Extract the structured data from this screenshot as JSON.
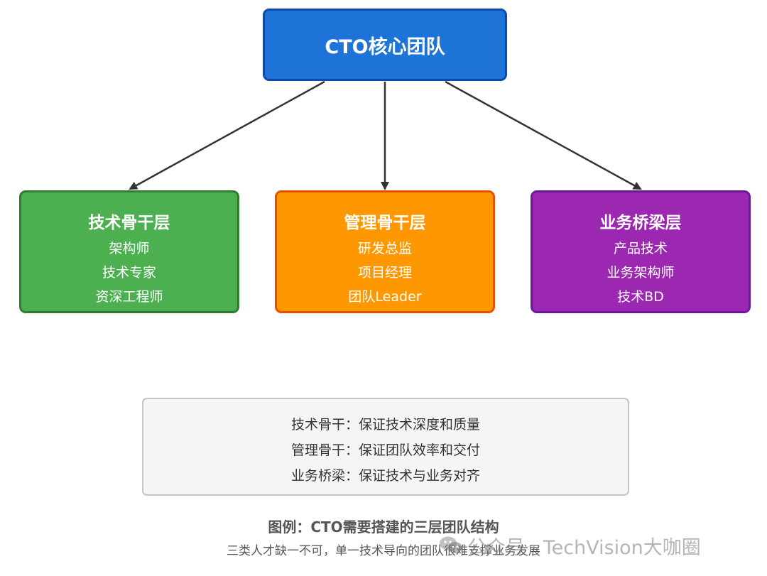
{
  "root": {
    "label": "CTO核心团队"
  },
  "layers": {
    "tech": {
      "title": "技术骨干层",
      "items": [
        "架构师",
        "技术专家",
        "资深工程师"
      ]
    },
    "mgmt": {
      "title": "管理骨干层",
      "items": [
        "研发总监",
        "项目经理",
        "团队Leader"
      ]
    },
    "biz": {
      "title": "业务桥梁层",
      "items": [
        "产品技术",
        "业务架构师",
        "技术BD"
      ]
    }
  },
  "legend": {
    "lines": [
      "技术骨干：保证技术深度和质量",
      "管理骨干：保证团队效率和交付",
      "业务桥梁：保证技术与业务对齐"
    ]
  },
  "caption": {
    "title": "图例：CTO需要搭建的三层团队结构",
    "subtitle": "三类人才缺一不可，单一技术导向的团队很难支撑业务发展"
  },
  "watermark": {
    "text": "公众号 · TechVision大咖圈",
    "icon": "wechat-icon"
  },
  "colors": {
    "root": "#1e73d9",
    "tech": "#4caf50",
    "mgmt": "#ff9800",
    "biz": "#9c27b0",
    "arrow": "#333333"
  }
}
